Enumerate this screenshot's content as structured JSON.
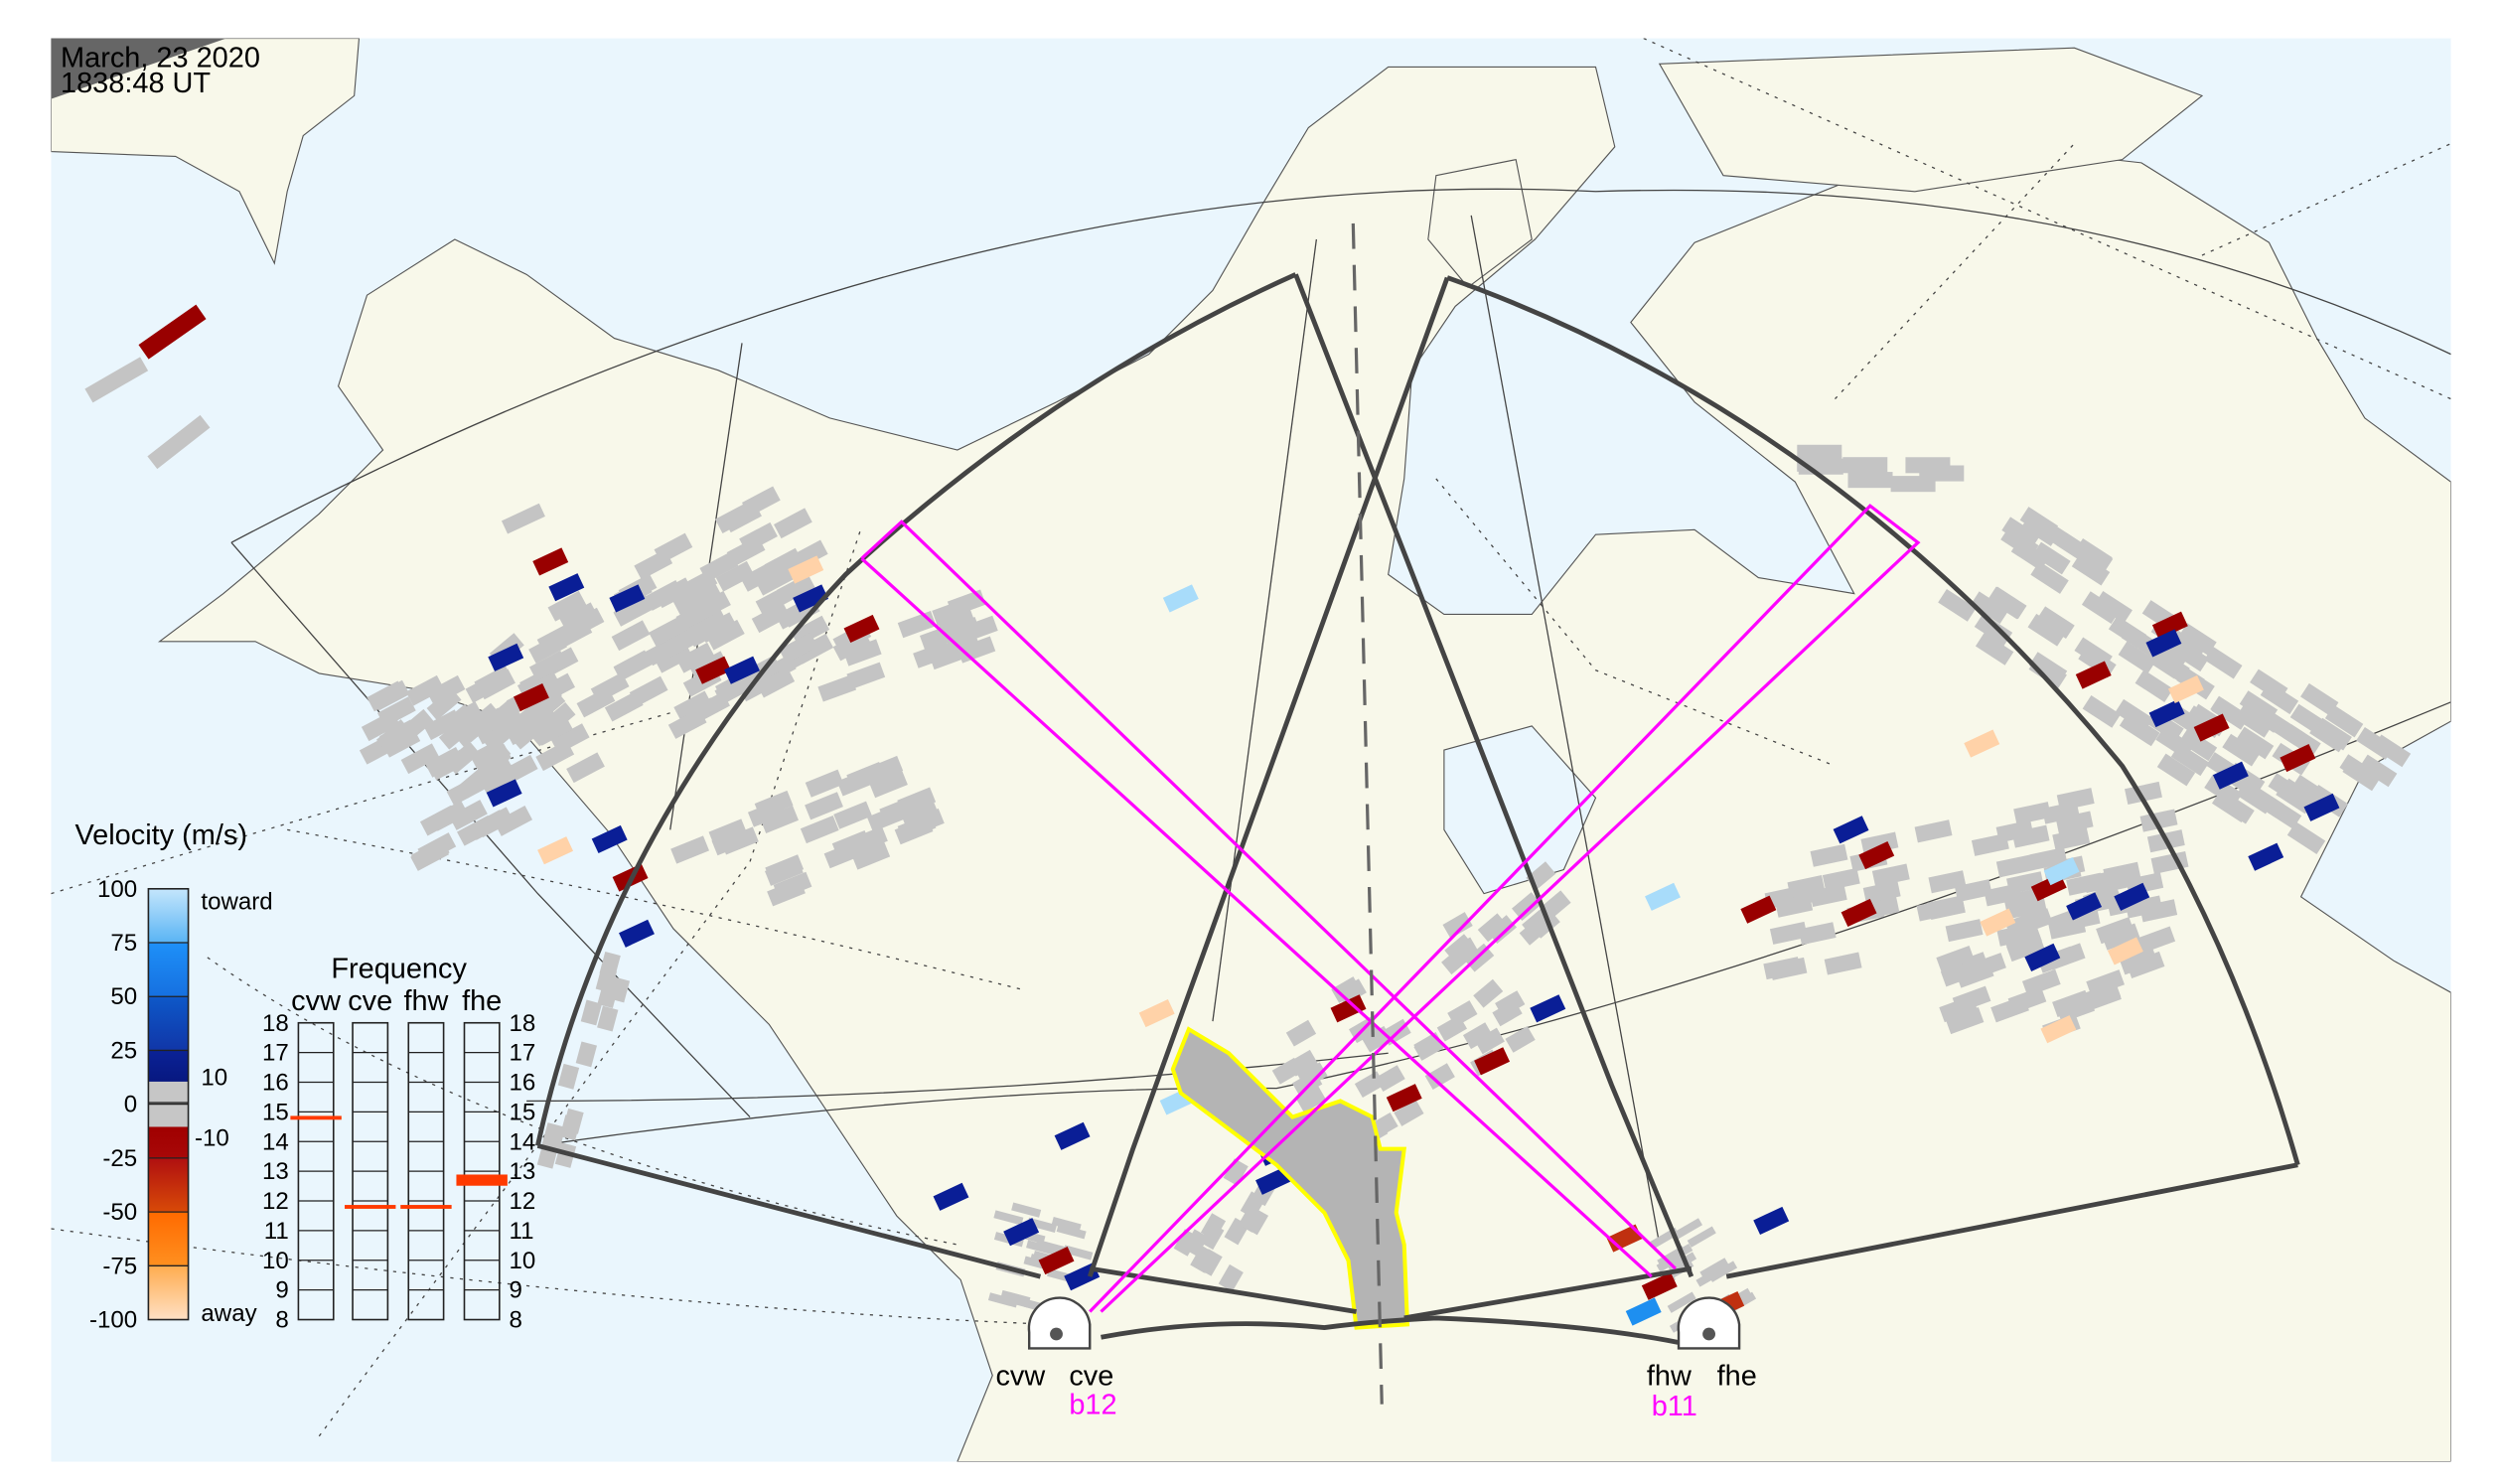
{
  "header": {
    "date": "March, 23 2020",
    "time": "1838:48 UT"
  },
  "legend": {
    "title": "Velocity (m/s)",
    "ticks": [
      "100",
      "75",
      "50",
      "25",
      "0",
      "-25",
      "-50",
      "-75",
      "-100"
    ],
    "toward_label": "toward",
    "away_label": "away",
    "gray_upper": "10",
    "gray_lower": "-10",
    "colors": {
      "light_blue": "#a8dcfa",
      "blue": "#1e8ff0",
      "mid_blue": "#0e5fd0",
      "navy": "#0a1e96",
      "gray": "#c4c4c4",
      "dark_red": "#990000",
      "red": "#c03010",
      "orange": "#ff7f00",
      "peach": "#ffd2a8"
    }
  },
  "frequency": {
    "title": "Frequency",
    "radars": [
      "cvw",
      "cve",
      "fhw",
      "fhe"
    ],
    "scale": [
      "18",
      "17",
      "16",
      "15",
      "14",
      "13",
      "12",
      "11",
      "10",
      "9",
      "8"
    ],
    "values_mhz": [
      14.8,
      11.8,
      11.8,
      12.7
    ],
    "marker_color": "#ff3a00"
  },
  "radars": {
    "west": {
      "names": [
        "cvw",
        "cve"
      ],
      "beam": "b12"
    },
    "east": {
      "names": [
        "fhw",
        "fhe"
      ],
      "beam": "b11"
    }
  },
  "colors": {
    "sea": "#eaf6fd",
    "land": "#f8f8ea",
    "fov": "#444444",
    "beam": "#ff00ff",
    "highlight": "#ffff00"
  }
}
